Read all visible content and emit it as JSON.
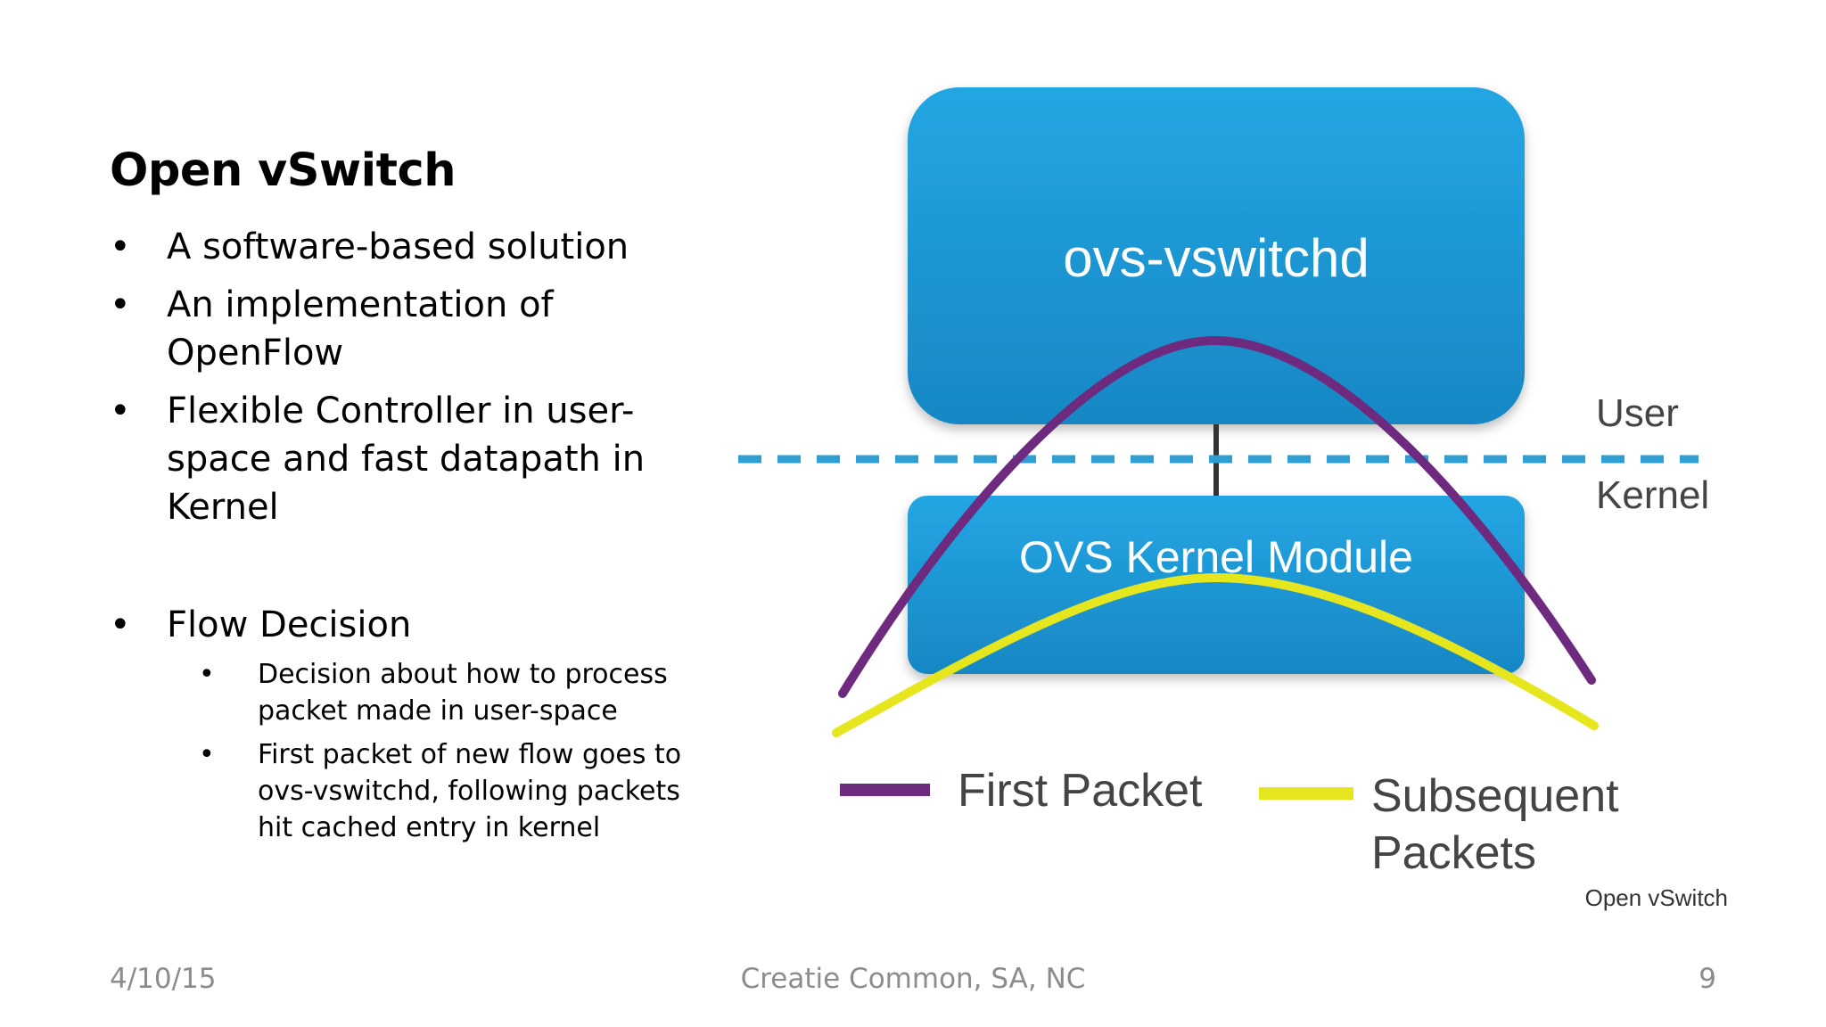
{
  "slide": {
    "title": "Open vSwitch",
    "bullets": [
      {
        "text": "A software-based solution"
      },
      {
        "text": "An implementation of OpenFlow"
      },
      {
        "text": "Flexible Controller in user-space and fast datapath in Kernel"
      },
      {
        "text": "Flow Decision",
        "sub": [
          "Decision about how to process packet made in user-space",
          "First packet of new flow goes to ovs-vswitchd, following packets hit cached entry in kernel"
        ]
      }
    ],
    "bullet_symbol": "•"
  },
  "diagram": {
    "daemon_label": "ovs-vswitchd",
    "kernel_module_label": "OVS Kernel Module",
    "user_label": "User",
    "kernel_label": "Kernel",
    "legend": {
      "first_packet": "First Packet",
      "subsequent_packets_line1": "Subsequent",
      "subsequent_packets_line2": "Packets"
    },
    "watermark": "Open vSwitch",
    "colors": {
      "box_blue": "#1b98d6",
      "divider_blue": "#2e9fd4",
      "first_packet": "#6d2a7e",
      "subsequent_packets": "#e6e61e",
      "label_gray": "#444444"
    }
  },
  "footer": {
    "date": "4/10/15",
    "center": "Creatie Common, SA, NC",
    "page": "9"
  }
}
